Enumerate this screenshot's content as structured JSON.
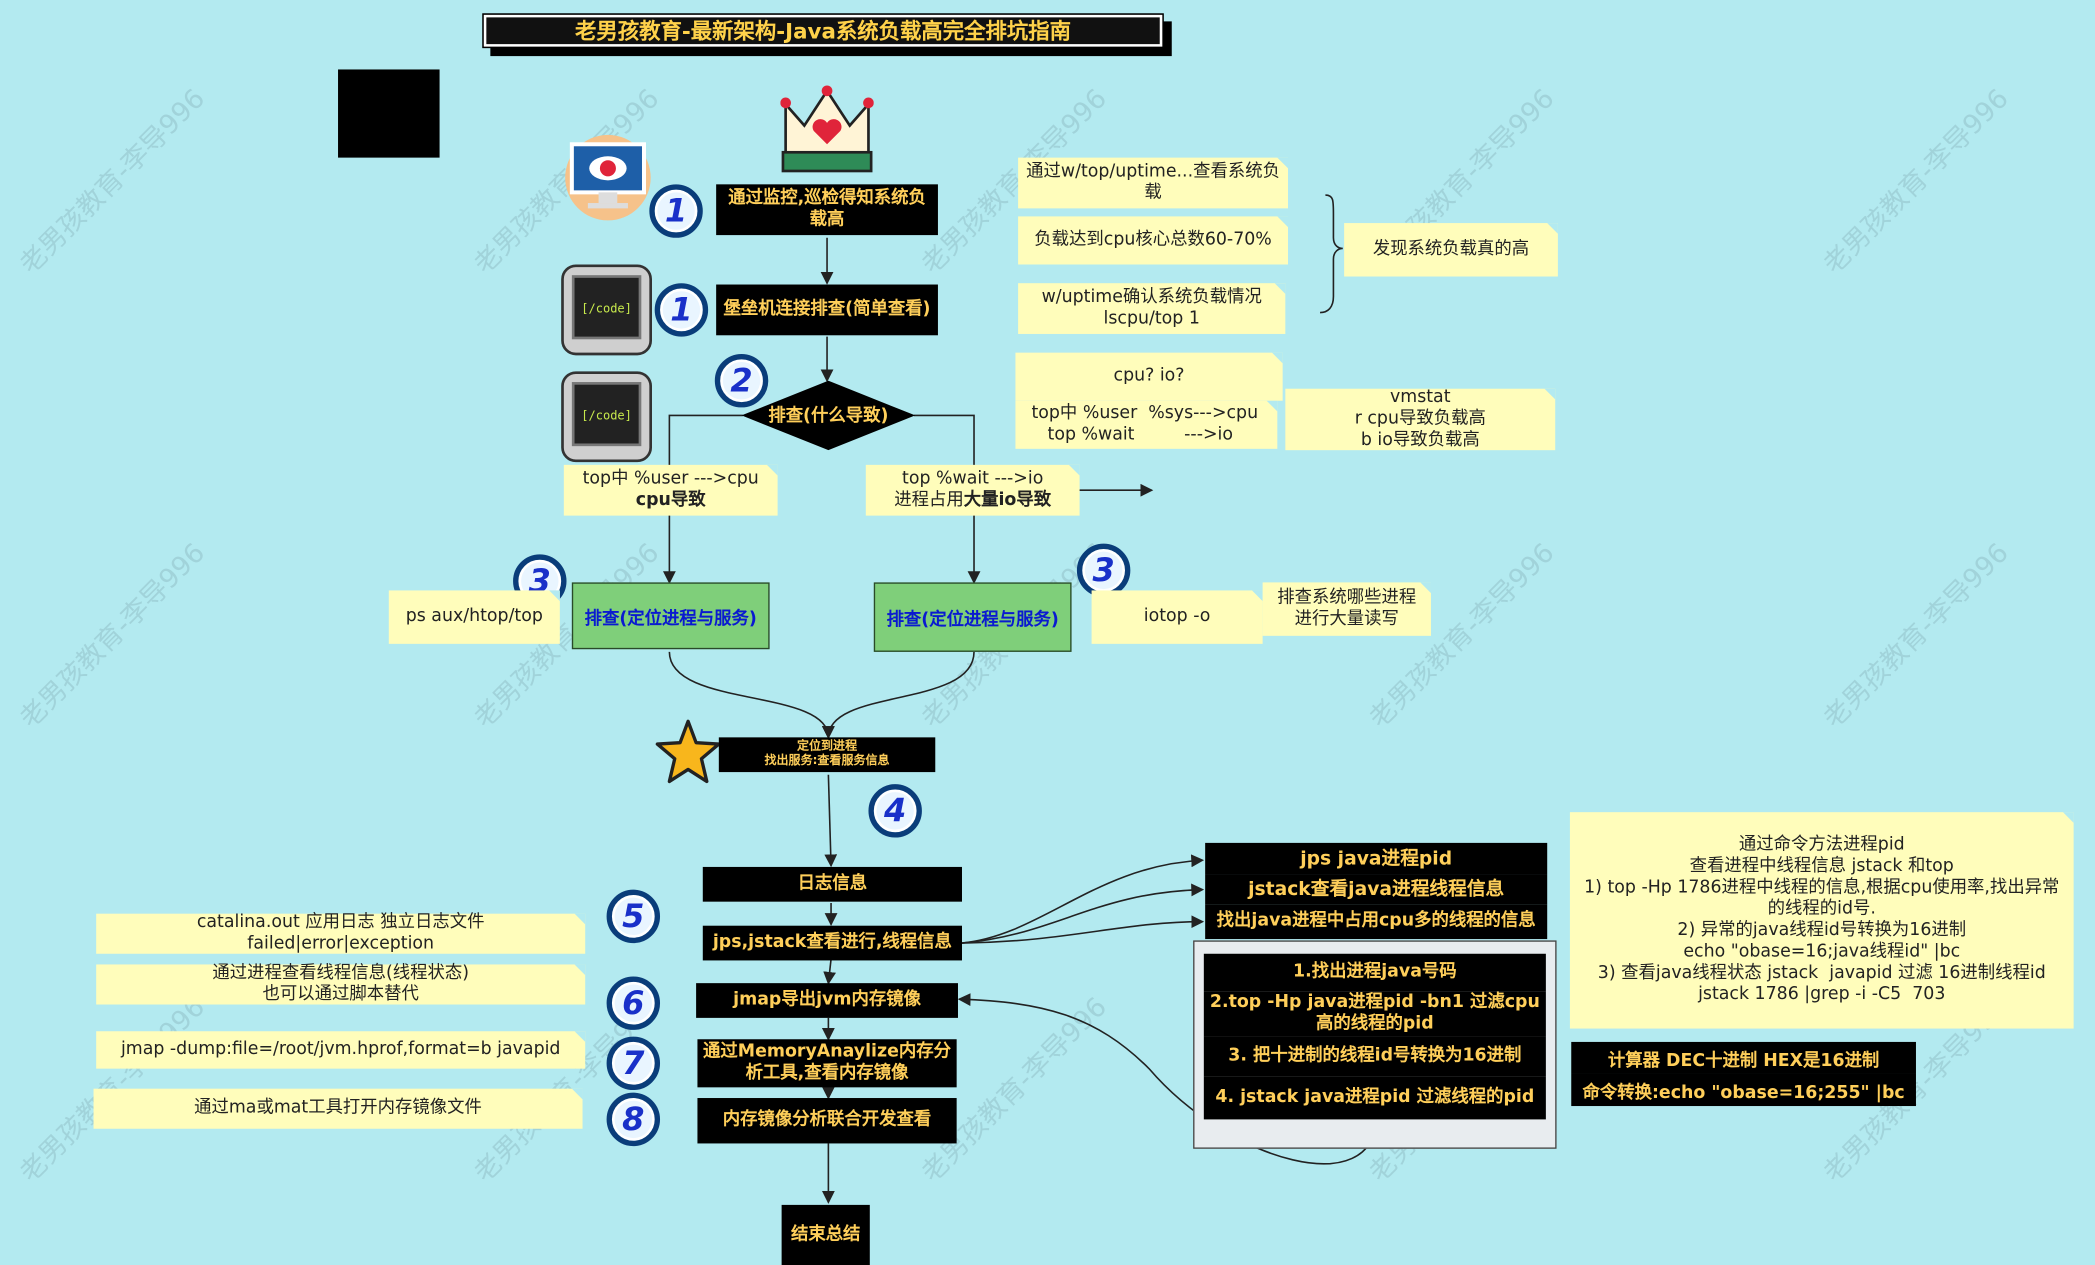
{
  "title": "老男孩教育-最新架构-Java系统负载高完全排坑指南",
  "watermark": "老男孩教育-李导996",
  "icons": {
    "crown": "crown-icon",
    "monitor": "monitor-eye-icon",
    "code1": "code-terminal-icon",
    "code2": "code-terminal-icon",
    "star": "star-icon",
    "black_square": "black-square"
  },
  "steps": {
    "s1": "通过监控,巡检得知系统负载高",
    "s2": "堡垒机连接排查(简单查看)",
    "diamond": "排查(什么导致)",
    "left_label_l1": "top中 %user --->cpu",
    "left_label_l2": "cpu导致",
    "right_label_l1": "top %wait --->io",
    "right_label_l2a": "进程占用",
    "right_label_l2b": "大量io",
    "right_label_l2c": "导致",
    "green_left": "排查(定位进程与服务)",
    "green_right": "排查(定位进程与服务)",
    "locate_l1": "定位到进程",
    "locate_l2": "找出服务:查看服务信息",
    "log": "日志信息",
    "jps": "jps,jstack查看进行,线程信息",
    "jmap": "jmap导出jvm内存镜像",
    "mat": "通过MemoryAnaylize内存分析工具,查看内存镜像",
    "analyze": "内存镜像分析联合开发查看",
    "end": "结束总结"
  },
  "numbers": [
    "1",
    "1",
    "2",
    "3",
    "3",
    "4",
    "5",
    "6",
    "7",
    "8"
  ],
  "notes": {
    "n1": "通过w/top/uptime...查看系统负载",
    "n2": "负载达到cpu核心总数60-70%",
    "n3_l1": "w/uptime确认系统负载情况",
    "n3_l2": "lscpu/top 1",
    "found": "发现系统负载真的高",
    "cpuio": "cpu?  io?",
    "cpuio_l2": "top中 %user  %sys--->cpu",
    "cpuio_l3": "top %wait         --->io",
    "vmstat_l1": "vmstat",
    "vmstat_l2": "r cpu导致负载高",
    "vmstat_l3": "b io导致负载高",
    "ps": "ps  aux/htop/top",
    "iotop": "iotop -o",
    "iotop_desc_l1": "排查系统哪些进程",
    "iotop_desc_l2": "进行大量读写",
    "catalina_l1": "catalina.out 应用日志 独立日志文件",
    "catalina_l2": "failed|error|exception",
    "thread_l1": "通过进程查看线程信息(线程状态)",
    "thread_l2": "也可以通过脚本替代",
    "jmapcmd": "jmap -dump:file=/root/jvm.hprof,format=b  javapid",
    "maopen": "通过ma或mat工具打开内存镜像文件",
    "big_l1": "通过命令方法进程pid",
    "big_l2": "查看进程中线程信息 jstack 和top",
    "big_l3": "1) top -Hp 1786进程中线程的信息,根据cpu使用率,找出异常",
    "big_l4": "的线程的id号.",
    "big_l5": "2) 异常的java线程id号转换为16进制",
    "big_l6": "echo \"obase=16;java线程id\" |bc",
    "big_l7": "3) 查看java线程状态 jstack  javapid 过滤 16进制线程id",
    "big_l8": "jstack 1786 |grep -i -C5  703"
  },
  "right_boxes": {
    "r1": "jps java进程pid",
    "r2": "jstack查看java进程线程信息",
    "r3": "找出java进程中占用cpu多的线程的信息"
  },
  "panel": {
    "p1": "1.找出进程java号码",
    "p2": "2.top -Hp java进程pid  -bn1 过滤cpu高的线程的pid",
    "p3": "3. 把十进制的线程id号转换为16进制",
    "p4": "4. jstack java进程pid 过滤线程的pid"
  },
  "legend": {
    "l1": "计算器 DEC十进制  HEX是16进制",
    "l2": "命令转换:echo \"obase=16;255\" |bc"
  }
}
